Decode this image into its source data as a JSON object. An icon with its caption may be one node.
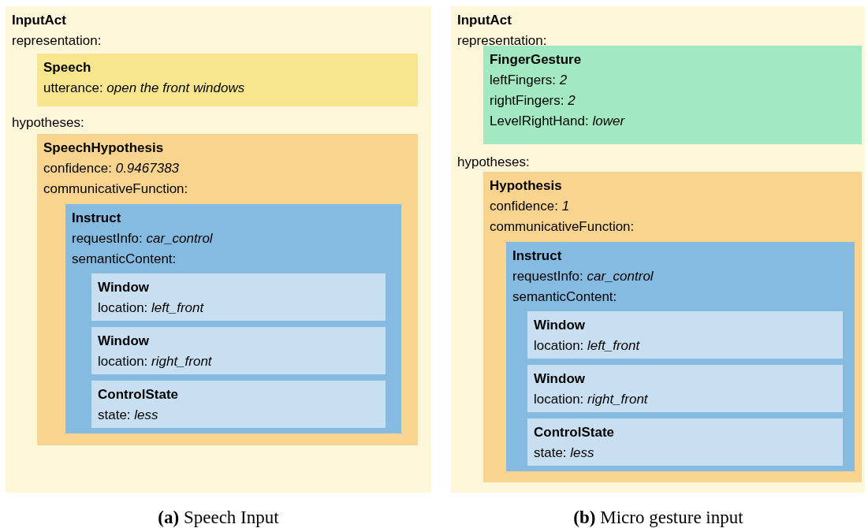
{
  "diagram": {
    "nodes": [
      {
        "text": [
          "InputAct",
          "representation:",
          "hypotheses:"
        ]
      },
      {
        "text": [
          "Speech",
          "utterance: *open the front windows*"
        ],
        "in": 0
      },
      {
        "text": [
          "SpeechHypothesis",
          "confidence: *0.9467383*",
          "communicativeFunction:"
        ],
        "in": 0
      },
      {
        "text": [
          "Instruct",
          "requestInfo: *car_control*",
          "semanticContent:"
        ],
        "in": 2
      },
      {
        "text": [
          "Window",
          "location: *left_front*"
        ],
        "in": 3
      },
      {
        "text": [
          "Window",
          "location: *right_front*"
        ],
        "in": 3
      },
      {
        "text": [
          "ControlState",
          "state: *less*"
        ],
        "in": 3
      },
      {
        "text": [
          "InputAct",
          "representation:",
          "hypotheses:"
        ]
      },
      {
        "text": [
          "FingerGesture",
          "leftFingers: *2*",
          "rightFingers: *2*",
          "LevelRightHand: *lower*"
        ],
        "in": 7
      },
      {
        "text": [
          "Hypothesis",
          "confidence: *1*",
          "communicativeFunction:"
        ],
        "in": 7
      },
      {
        "text": [
          "Instruct",
          "requestInfo: *car_control*",
          "semanticContent:"
        ],
        "in": 9
      },
      {
        "text": [
          "Window",
          "location: *left_front*"
        ],
        "in": 10
      },
      {
        "text": [
          "Window",
          "location: *right_front*"
        ],
        "in": 10
      },
      {
        "text": [
          "ControlState",
          "state: *less*"
        ],
        "in": 10
      }
    ],
    "edges": [],
    "labels": [
      "**(a)** Speech Input",
      "**(b)** Micro gesture input"
    ]
  }
}
